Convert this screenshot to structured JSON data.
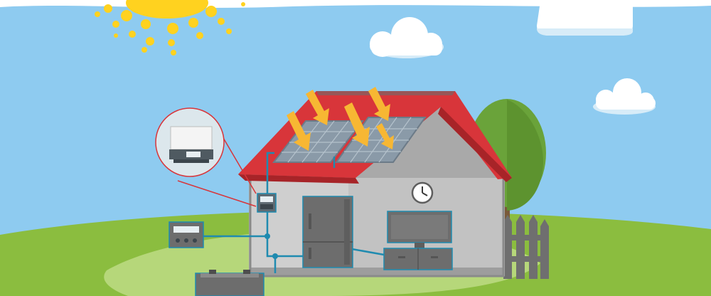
{
  "diagram": {
    "components": [
      {
        "id": "sun",
        "icon": "sun-icon"
      },
      {
        "id": "clouds",
        "icon": "cloud-icon"
      },
      {
        "id": "house",
        "icon": "house-icon"
      },
      {
        "id": "solar-panels",
        "icon": "solar-panel-icon"
      },
      {
        "id": "inverter",
        "icon": "inverter-icon"
      },
      {
        "id": "electric-meter",
        "icon": "meter-icon"
      },
      {
        "id": "charge-controller",
        "icon": "controller-icon"
      },
      {
        "id": "battery",
        "icon": "battery-icon"
      },
      {
        "id": "refrigerator",
        "icon": "fridge-icon"
      },
      {
        "id": "television",
        "icon": "tv-icon"
      },
      {
        "id": "wall-clock",
        "icon": "clock-icon"
      },
      {
        "id": "tree",
        "icon": "tree-icon"
      },
      {
        "id": "fence",
        "icon": "fence-icon"
      }
    ],
    "colors": {
      "sky": "#8ecbf0",
      "grass": "#8bbd3f",
      "grass_light": "#b6d77a",
      "roof": "#d8353a",
      "wall": "#b7b7b7",
      "interior": "#cfcfcf",
      "wire": "#1f8bb0",
      "sun": "#ffd21f",
      "arrow": "#f7b733",
      "panel": "#8a9aa8",
      "device": "#6d6d6d",
      "tree": "#6aa33a"
    }
  }
}
